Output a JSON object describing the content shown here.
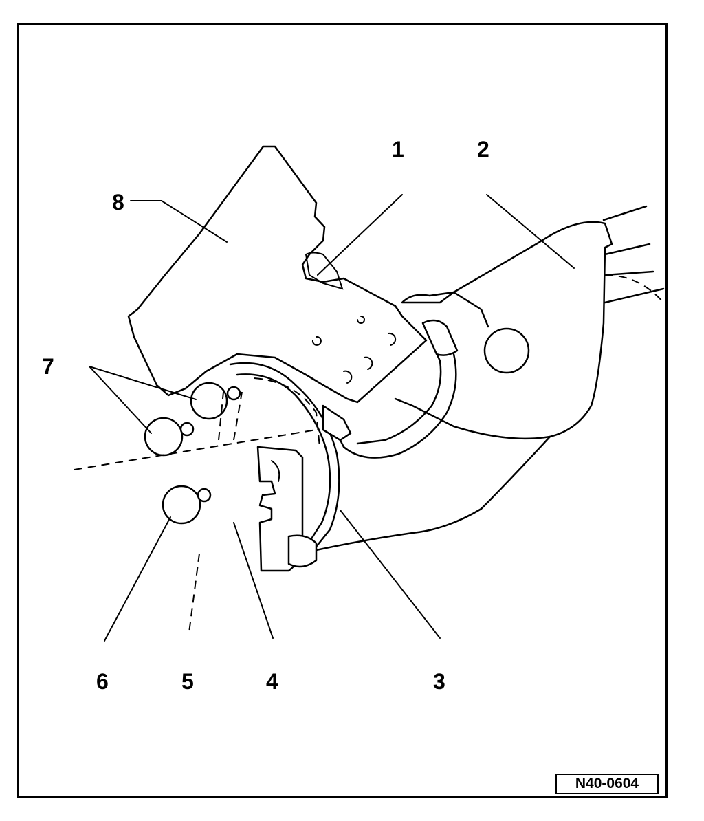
{
  "callouts": {
    "c1": "1",
    "c2": "2",
    "c3": "3",
    "c4": "4",
    "c5": "5",
    "c6": "6",
    "c7": "7",
    "c8": "8"
  },
  "figure_id": "N40-0604",
  "colors": {
    "ink": "#000000",
    "paper": "#ffffff"
  }
}
